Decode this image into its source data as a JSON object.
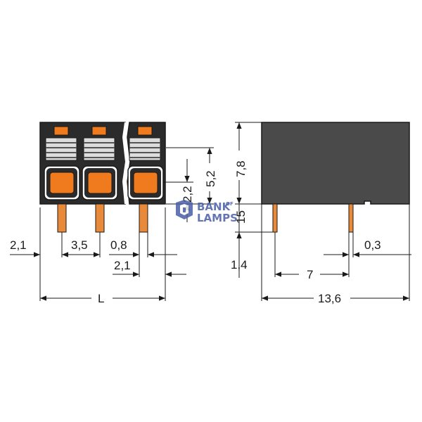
{
  "dimensions": {
    "d_2_1_left": "2,1",
    "d_3_5": "3,5",
    "d_0_8": "0,8",
    "d_2_1_bottom": "2,1",
    "d_L": "L",
    "d_2_2": "2,2",
    "d_5_2": "5,2",
    "d_7_8": "7,8",
    "d_15": "15",
    "d_1_4": "1,4",
    "d_7": "7",
    "d_0_3": "0,3",
    "d_13_6": "13,6"
  },
  "watermark": {
    "line1": "BANK",
    "line2": "LAMPS",
    "of": "OF"
  },
  "colors": {
    "housing": "#2b2b2b",
    "side_body": "#4a4a4a",
    "orange": "#f07a1e",
    "pin": "#e88a3a",
    "line": "#1a1a1a",
    "watermark": "#4a5ea8"
  }
}
